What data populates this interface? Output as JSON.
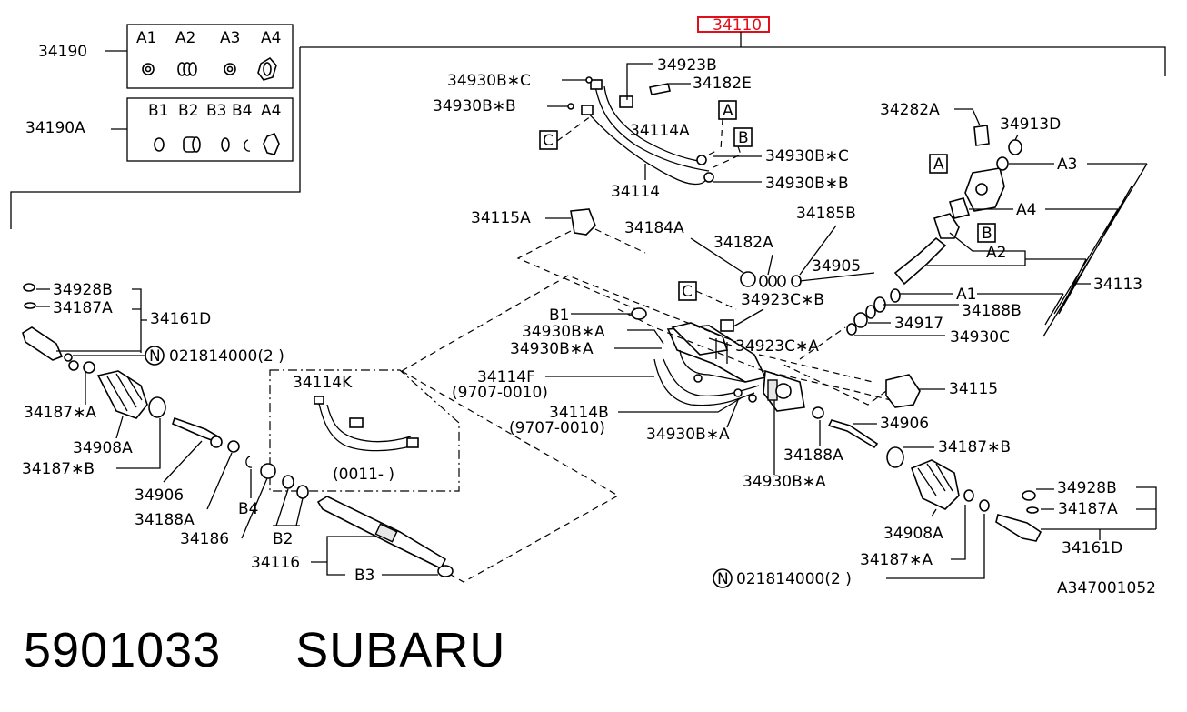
{
  "highlight_part": "34110",
  "highlight_color": "#e0101a",
  "footer": {
    "part_number": "5901033",
    "brand": "SUBARU"
  },
  "drawing_id": "A347001052",
  "kit_boxes": {
    "k1": {
      "code": "34190",
      "cols": [
        "A1",
        "A2",
        "A3",
        "A4"
      ]
    },
    "k2": {
      "code": "34190A",
      "cols": [
        "B1",
        "B2",
        "B3",
        "B4",
        "A4"
      ]
    }
  },
  "callouts": [
    "A",
    "B",
    "C",
    "A",
    "B",
    "C"
  ],
  "labels": {
    "l34923B": "34923B",
    "l34182E": "34182E",
    "l34930BC1": "34930B∗C",
    "l34930BB1": "34930B∗B",
    "l34114A": "34114A",
    "l34930BC2": "34930B∗C",
    "l34930BB2": "34930B∗B",
    "l34114": "34114",
    "l34282A": "34282A",
    "l34913D": "34913D",
    "lA3": "A3",
    "lA4": "A4",
    "lA2": "A2",
    "lA1": "A1",
    "l34113": "34113",
    "l34188B": "34188B",
    "l34917": "34917",
    "l34930C": "34930C",
    "l34115A": "34115A",
    "l34184A": "34184A",
    "l34185B": "34185B",
    "l34182A": "34182A",
    "l34905": "34905",
    "l34923CB": "34923C∗B",
    "lB1": "B1",
    "l34930BA1": "34930B∗A",
    "l34930BA2": "34930B∗A",
    "l34923CA": "34923C∗A",
    "l34114F": "34114F",
    "l9707a": "(9707-0010)",
    "l34114B": "34114B",
    "l9707b": "(9707-0010)",
    "l34930BA3": "34930B∗A",
    "l34930BA4": "34930B∗A",
    "l34115": "34115",
    "l34906R": "34906",
    "l34188AR": "34188A",
    "l34187BR": "34187∗B",
    "l34114K": "34114K",
    "l0011": "(0011-      )",
    "l34928BL": "34928B",
    "l34187AL": "34187A",
    "l34161DL": "34161D",
    "lN021L": "021814000(2 )",
    "l34187AstL": "34187∗A",
    "l34908AL": "34908A",
    "l34187BstL": "34187∗B",
    "l34906L": "34906",
    "l34188AL": "34188A",
    "lB4": "B4",
    "l34186": "34186",
    "lB2": "B2",
    "l34116": "34116",
    "lB3": "B3",
    "l34928BR": "34928B",
    "l34187AR": "34187A",
    "l34908AR": "34908A",
    "l34187AstR": "34187∗A",
    "l34161DR": "34161D",
    "lN021R": "021814000(2 )"
  }
}
